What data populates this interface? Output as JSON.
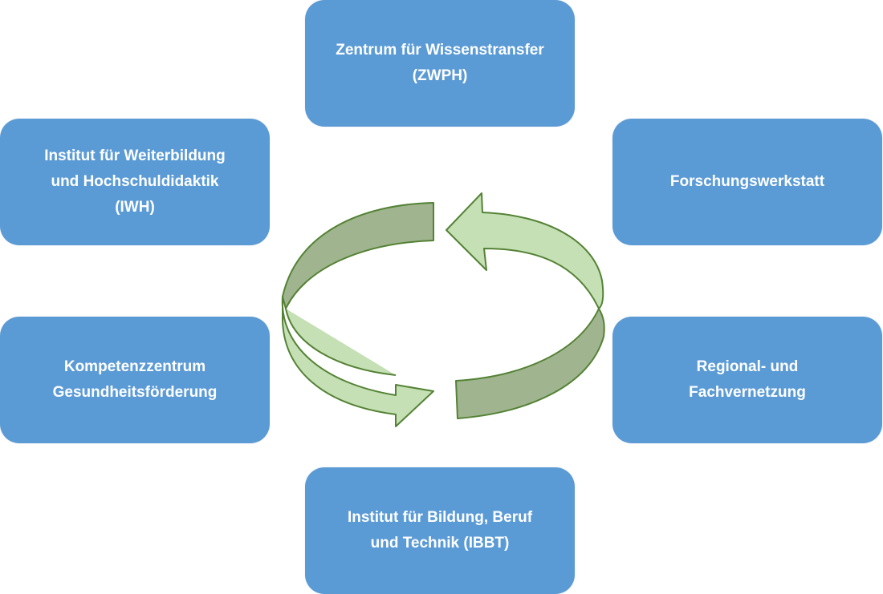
{
  "colors": {
    "box_fill": "#5b9bd5",
    "box_text": "#ffffff",
    "arrow_light": "#c5e0b4",
    "arrow_dark": "#a0b58f",
    "arrow_stroke": "#548235"
  },
  "center": {
    "icon": "circular-arrows-icon",
    "description": "Two curved arrows forming a continuous cycle"
  },
  "boxes": {
    "top": {
      "lines": [
        "Zentrum für Wissenstransfer",
        "(ZWPH)"
      ]
    },
    "top_left": {
      "lines": [
        "Institut für Weiterbildung",
        "und Hochschuldidaktik",
        "(IWH)"
      ]
    },
    "top_right": {
      "lines": [
        "Forschungswerkstatt"
      ]
    },
    "bottom_left": {
      "lines": [
        "Kompetenzzentrum",
        "Gesundheitsförderung"
      ]
    },
    "bottom_right": {
      "lines": [
        "Regional- und",
        "Fachvernetzung"
      ]
    },
    "bottom": {
      "lines": [
        "Institut für Bildung, Beruf",
        "und Technik (IBBT)"
      ]
    }
  }
}
